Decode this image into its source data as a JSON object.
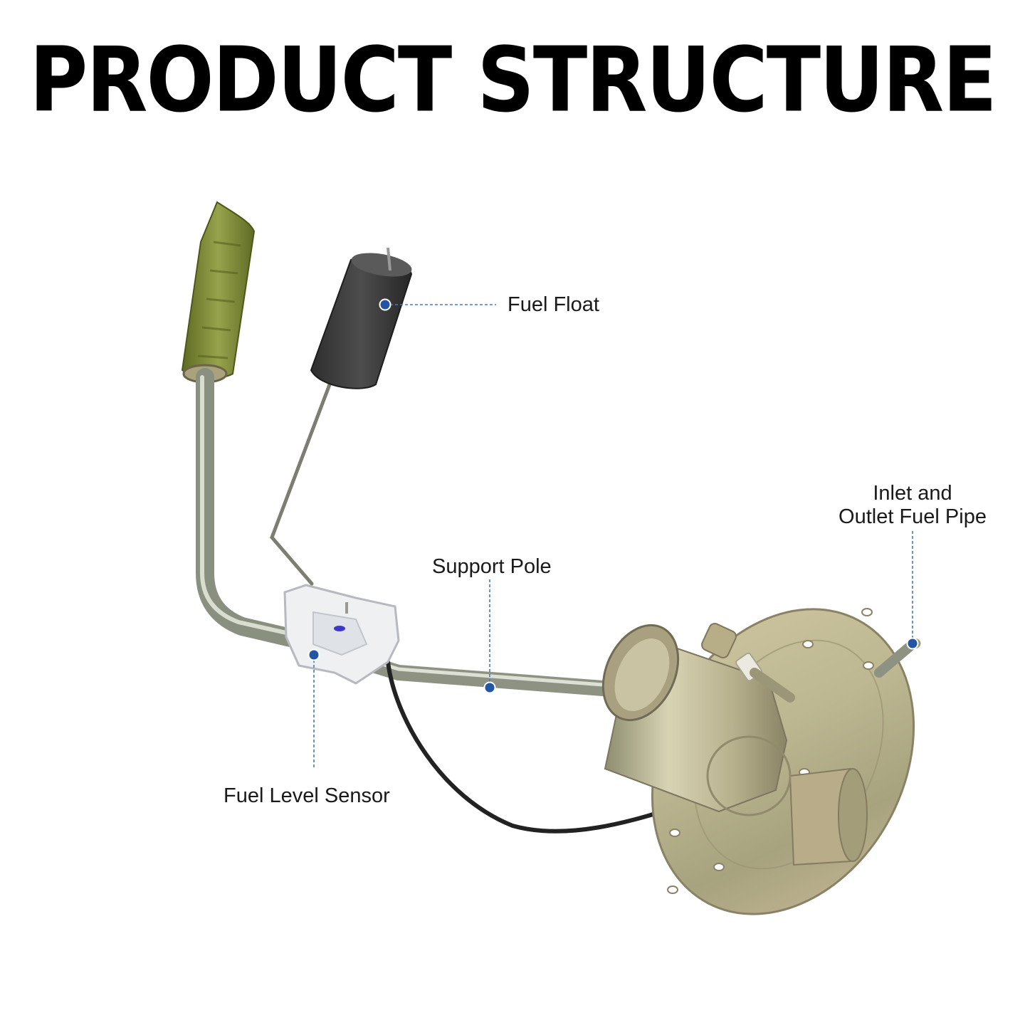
{
  "title": "PRODUCT STRUCTURE",
  "labels": {
    "fuel_float": "Fuel Float",
    "support_pole": "Support Pole",
    "fuel_level_sensor": "Fuel Level Sensor",
    "inlet_outlet_line1": "Inlet and",
    "inlet_outlet_line2": "Outlet Fuel Pipe"
  },
  "colors": {
    "callout_dot": "#2255a4",
    "callout_line": "#4a78b8",
    "metal": "#b9b49a",
    "filter_sock": "#7d8a3a",
    "float": "#3a3a3a"
  }
}
